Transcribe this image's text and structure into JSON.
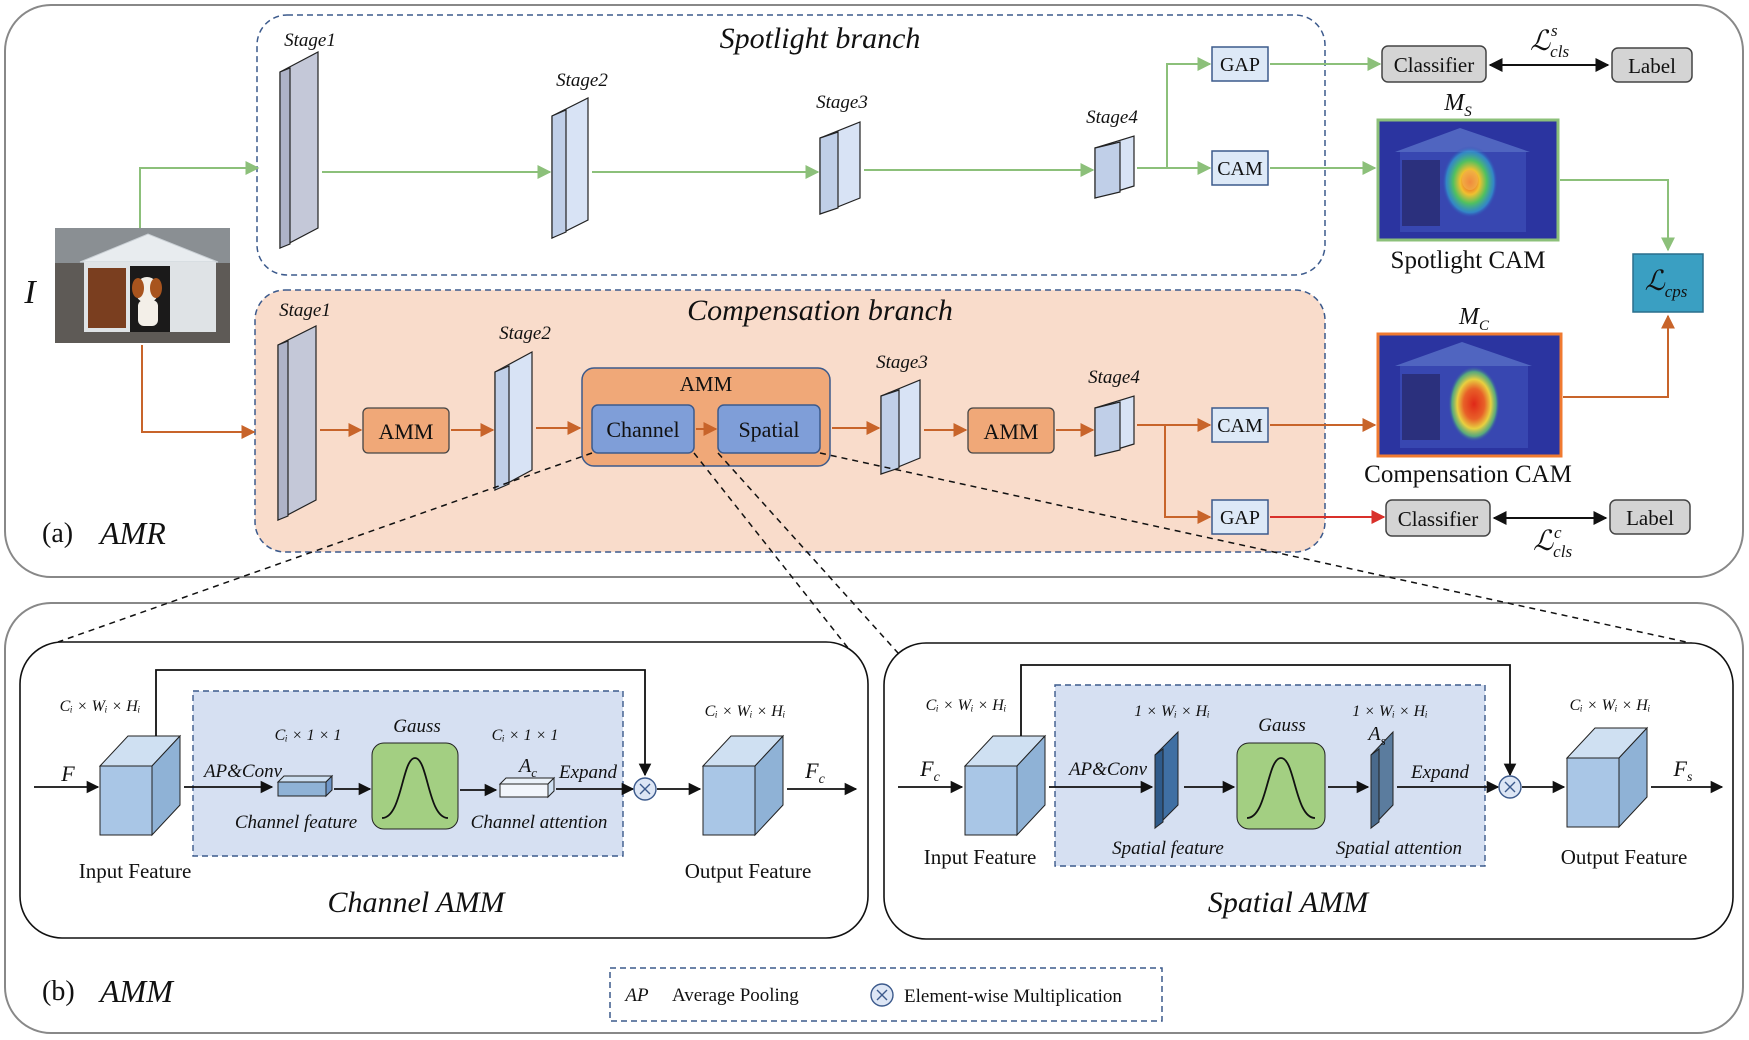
{
  "input_label": "I",
  "spotlight": {
    "title": "Spotlight branch",
    "stages": [
      "Stage1",
      "Stage2",
      "Stage3",
      "Stage4"
    ],
    "gap": "GAP",
    "cam": "CAM",
    "classifier": "Classifier",
    "label": "Label",
    "loss_main": "ℒ",
    "loss_sub": "cls",
    "loss_sup": "s",
    "map_main": "M",
    "map_sub": "S",
    "cam_caption": "Spotlight CAM"
  },
  "compensation": {
    "title": "Compensation branch",
    "stages": [
      "Stage1",
      "Stage2",
      "Stage3",
      "Stage4"
    ],
    "amm": "AMM",
    "amm_big": "AMM",
    "channel": "Channel",
    "spatial": "Spatial",
    "gap": "GAP",
    "cam": "CAM",
    "classifier": "Classifier",
    "label": "Label",
    "loss_main": "ℒ",
    "loss_sub": "cls",
    "loss_sup": "c",
    "map_main": "M",
    "map_sub": "C",
    "cam_caption": "Compensation CAM"
  },
  "lcps": {
    "main": "ℒ",
    "sub": "cps"
  },
  "panel_a": {
    "letter": "(a)",
    "name": "AMR"
  },
  "panel_b": {
    "letter": "(b)",
    "name": "AMM"
  },
  "channel_amm": {
    "title": "Channel AMM",
    "in_dim": "Cᵢ × Wᵢ × Hᵢ",
    "in_var": "F",
    "op": "AP&Conv",
    "feat_dim": "Cᵢ × 1 × 1",
    "feat_label": "Channel feature",
    "gauss": "Gauss",
    "att_dim": "Cᵢ × 1 × 1",
    "att_var": "A",
    "att_sub": "c",
    "expand": "Expand",
    "att_label": "Channel attention",
    "out_dim": "Cᵢ × Wᵢ × Hᵢ",
    "out_var": "F",
    "out_sub": "c",
    "in_label": "Input Feature",
    "out_label": "Output Feature"
  },
  "spatial_amm": {
    "title": "Spatial AMM",
    "in_dim": "Cᵢ × Wᵢ × Hᵢ",
    "in_var": "F",
    "in_sub": "c",
    "op": "AP&Conv",
    "feat_dim": "1 × Wᵢ × Hᵢ",
    "feat_label": "Spatial feature",
    "gauss": "Gauss",
    "att_dim": "1 × Wᵢ × Hᵢ",
    "att_var": "A",
    "att_sub": "s",
    "expand": "Expand",
    "att_label": "Spatial attention",
    "out_dim": "Cᵢ × Wᵢ × Hᵢ",
    "out_var": "F",
    "out_sub": "s",
    "in_label": "Input Feature",
    "out_label": "Output Feature"
  },
  "legend": {
    "ap_abbr": "AP",
    "ap_text": "Average Pooling",
    "mult_text": "Element-wise Multiplication"
  },
  "colors": {
    "green_arrow": "#8cc07a",
    "orange_arrow": "#c8642a",
    "red_arrow": "#d9302a",
    "comp_bg": "#f9dccb",
    "amm_fill": "#f0a878",
    "channel_fill": "#7f9ed8",
    "lcps_fill": "#3a9fc2",
    "gauss_fill": "#a3cf82",
    "dashed_bg": "#d6e0f2",
    "box_light": "#dde9f7"
  }
}
